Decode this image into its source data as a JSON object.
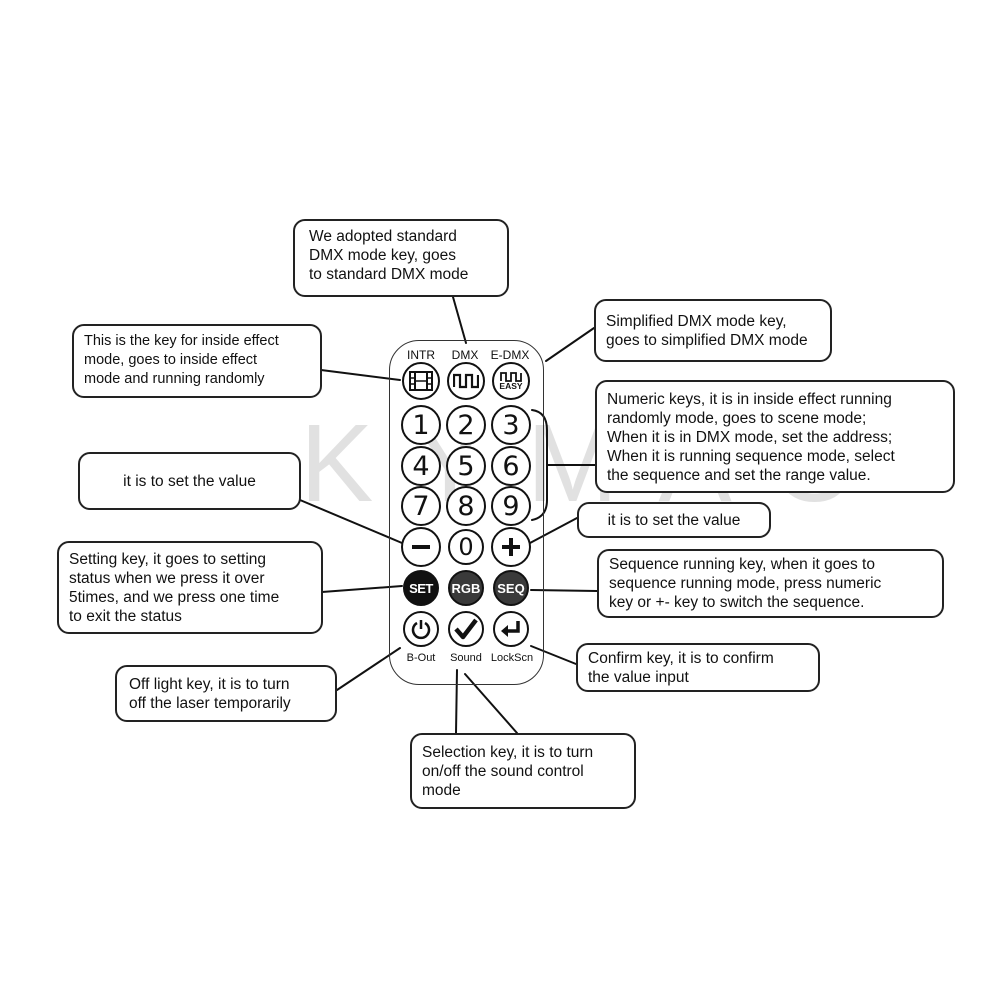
{
  "watermark": "KYMAO",
  "callouts": {
    "dmx": [
      "We adopted standard",
      "DMX mode key, goes",
      "to standard DMX mode"
    ],
    "edmx": [
      "Simplified DMX mode key,",
      "goes to simplified DMX mode"
    ],
    "intr": [
      "This is the key for inside effect",
      "mode, goes to inside effect",
      "mode and running randomly"
    ],
    "numeric": [
      "Numeric keys, it is in inside effect running",
      "randomly mode, goes to scene mode;",
      "When it is in DMX mode, set the address;",
      "When it is running sequence mode, select",
      "the sequence and set the range value."
    ],
    "minus": [
      "it is to set the value"
    ],
    "plus": [
      "it is to set the value"
    ],
    "set": [
      "Setting key, it goes to setting",
      "status when we press it over",
      "5times, and we press one time",
      "to exit the status"
    ],
    "seq": [
      "Sequence running key, when it goes to",
      "sequence running mode, press numeric",
      "key or +- key to switch the sequence."
    ],
    "confirm": [
      "Confirm key, it is to confirm",
      "the value input"
    ],
    "bout": [
      "Off light key, it is to turn",
      "off the laser temporarily"
    ],
    "sound": [
      "Selection key, it is to turn",
      "on/off the sound control",
      "mode"
    ]
  },
  "remote": {
    "top_labels": [
      "INTR",
      "DMX",
      "E-DMX"
    ],
    "easy_label": "EASY",
    "numbers": [
      "1",
      "2",
      "3",
      "4",
      "5",
      "6",
      "7",
      "8",
      "9",
      "0"
    ],
    "set_label": "SET",
    "rgb_label": "RGB",
    "seq_label": "SEQ",
    "bottom_labels": [
      "B-Out",
      "Sound",
      "LockScn"
    ]
  },
  "icons": {
    "intr": "film-icon",
    "dmx": "square-wave-icon",
    "edmx": "square-wave-easy-icon",
    "minus": "minus-icon",
    "plus": "plus-icon",
    "power": "power-icon",
    "check": "check-icon",
    "enter": "enter-arrow-icon"
  }
}
